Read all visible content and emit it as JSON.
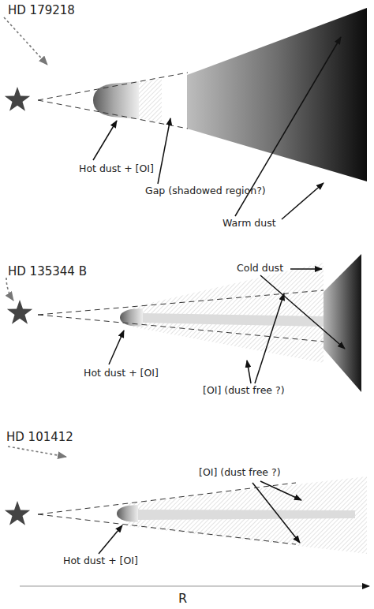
{
  "diagram": {
    "labels": [
      "HD 179218",
      "Hot dust + [OI]",
      "Gap (shadowed region?)",
      "Warm dust",
      "HD 135344 B",
      "Cold dust",
      "Hot dust + [OI]",
      "[OI] (dust free ?)",
      "HD 101412",
      "[OI] (dust free ?)",
      "Hot dust + [OI]",
      "R"
    ]
  }
}
